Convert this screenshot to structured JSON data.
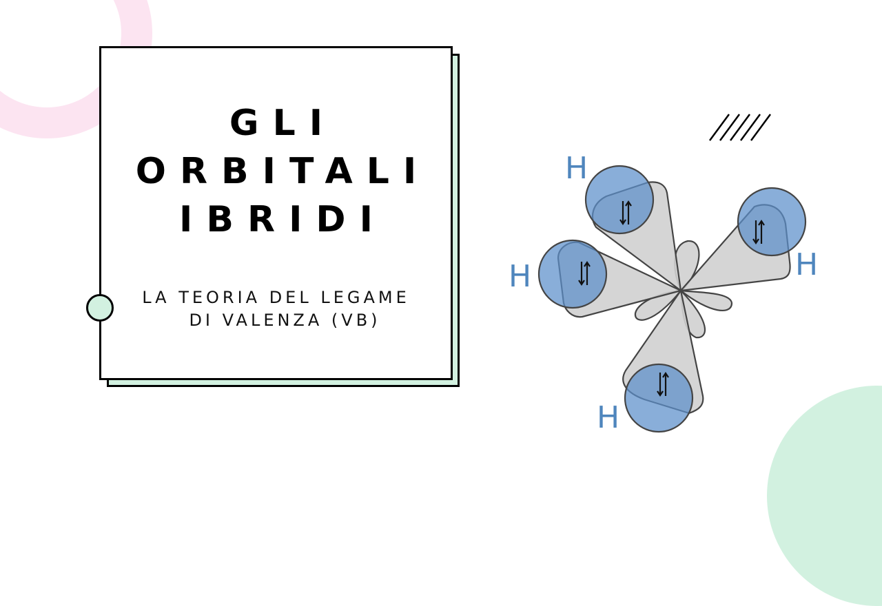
{
  "slide": {
    "title_lines": [
      "GLI",
      "ORBITALI",
      "IBRIDI"
    ],
    "subtitle_lines": [
      "LA TEORIA DEL LEGAME",
      "DI VALENZA (VB)"
    ]
  },
  "diagram": {
    "description": "Central atom with four hybrid orbitals overlapping 1s orbitals of four hydrogen atoms; each bond shows a paired electron arrow symbol",
    "atom_labels": [
      "H",
      "H",
      "H",
      "H"
    ],
    "electron_pair_symbol": "⇅",
    "colors": {
      "hydrogen_orbital": "#6f9fd0",
      "hybrid_orbital": "#d0d0d0",
      "label": "#4f86bd",
      "outline": "#444444"
    }
  },
  "decor": {
    "pink": "#fce4f1",
    "mint": "#d2f1e0",
    "border": "#000000"
  }
}
